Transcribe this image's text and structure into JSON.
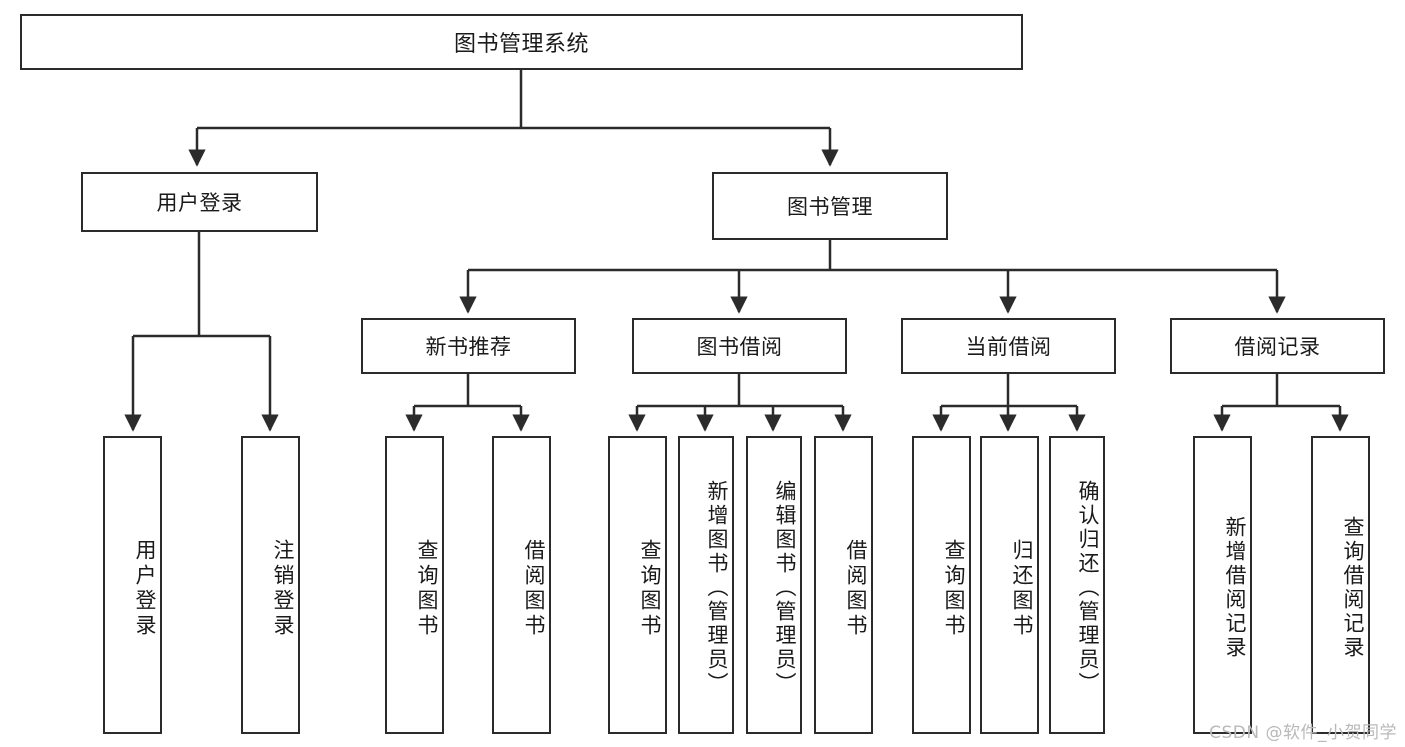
{
  "diagram": {
    "title": "图书管理系统",
    "type": "hierarchy-tree",
    "orientation": "top-down",
    "style": {
      "box_border_color": "#2b2b2b",
      "box_fill_color": "#ffffff",
      "edge_color": "#2b2b2b",
      "text_color": "#1a1a1a",
      "background": "#ffffff"
    },
    "root": {
      "id": "root",
      "label": "图书管理系统"
    },
    "level1": [
      {
        "id": "user-login",
        "label": "用户登录"
      },
      {
        "id": "book-manage",
        "label": "图书管理"
      }
    ],
    "level2": [
      {
        "id": "new-book-recommend",
        "label": "新书推荐",
        "parent": "book-manage"
      },
      {
        "id": "book-borrow",
        "label": "图书借阅",
        "parent": "book-manage"
      },
      {
        "id": "current-borrow",
        "label": "当前借阅",
        "parent": "book-manage"
      },
      {
        "id": "borrow-record",
        "label": "借阅记录",
        "parent": "book-manage"
      }
    ],
    "leaves": [
      {
        "id": "leaf-user-login",
        "label": "用户登录",
        "parent": "user-login"
      },
      {
        "id": "leaf-logout-login",
        "label": "注销登录",
        "parent": "user-login"
      },
      {
        "id": "leaf-query-book-1",
        "label": "查询图书",
        "parent": "new-book-recommend"
      },
      {
        "id": "leaf-borrow-book-1",
        "label": "借阅图书",
        "parent": "new-book-recommend"
      },
      {
        "id": "leaf-query-book-2",
        "label": "查询图书",
        "parent": "book-borrow"
      },
      {
        "id": "leaf-add-book",
        "label": "新增图书（管理员）",
        "parent": "book-borrow"
      },
      {
        "id": "leaf-edit-book",
        "label": "编辑图书（管理员）",
        "parent": "book-borrow"
      },
      {
        "id": "leaf-borrow-book-2",
        "label": "借阅图书",
        "parent": "book-borrow"
      },
      {
        "id": "leaf-query-book-3",
        "label": "查询图书",
        "parent": "current-borrow"
      },
      {
        "id": "leaf-return-book",
        "label": "归还图书",
        "parent": "current-borrow"
      },
      {
        "id": "leaf-confirm-return",
        "label": "确认归还（管理员）",
        "parent": "current-borrow"
      },
      {
        "id": "leaf-add-record",
        "label": "新增借阅记录",
        "parent": "borrow-record"
      },
      {
        "id": "leaf-query-record",
        "label": "查询借阅记录",
        "parent": "borrow-record"
      }
    ]
  },
  "watermark": {
    "text": "CSDN @软件_小贺同学"
  }
}
